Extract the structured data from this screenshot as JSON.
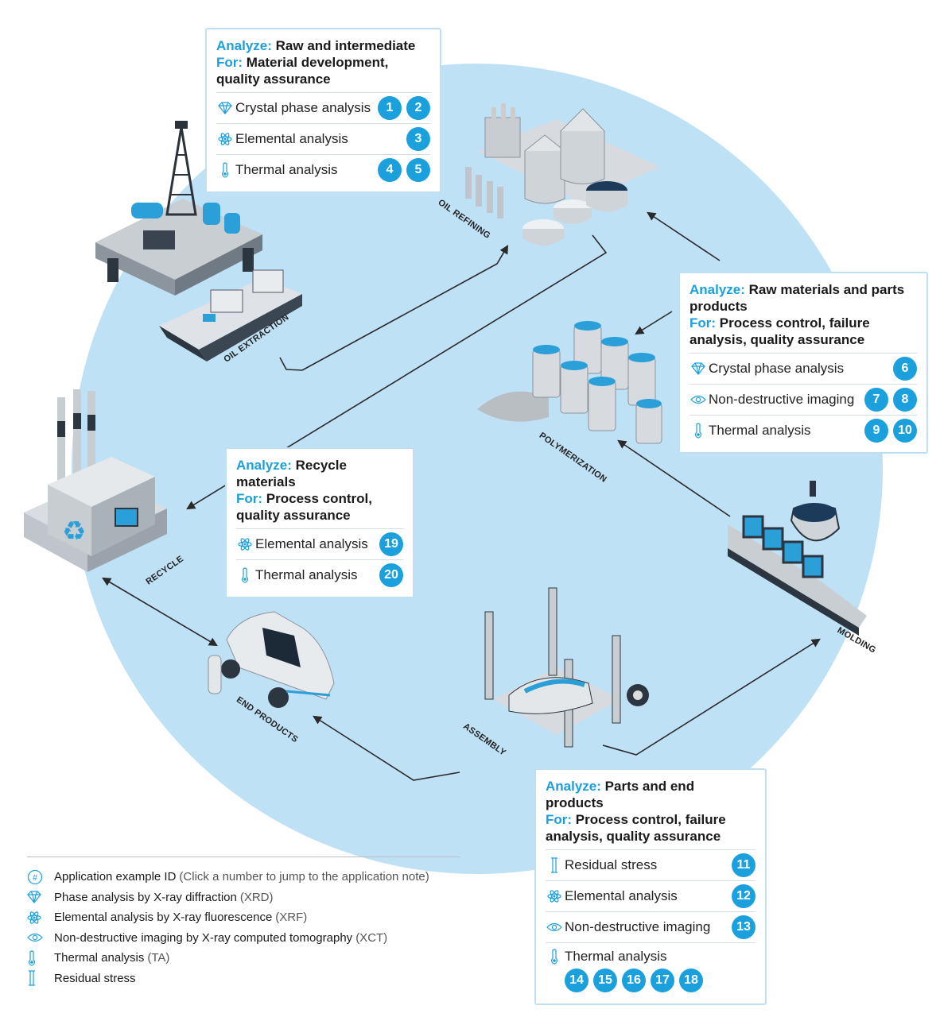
{
  "colors": {
    "accent": "#1ba0dc",
    "circle": "#bfe1f5",
    "badge": "#1aa0dd"
  },
  "stages": {
    "oil_extraction": "OIL EXTRACTION",
    "oil_refining": "OIL REFINING",
    "polymerization": "POLYMERIZATION",
    "molding": "MOLDING",
    "assembly": "ASSEMBLY",
    "end_products": "END PRODUCTS",
    "recycle": "RECYCLE"
  },
  "cards": {
    "raw": {
      "analyze_key": "Analyze:",
      "analyze_val": "Raw and intermediate",
      "for_key": "For:",
      "for_val": "Material development, quality assurance",
      "rows": [
        {
          "icon": "diamond-icon",
          "label": "Crystal phase analysis",
          "ids": [
            "1",
            "2"
          ]
        },
        {
          "icon": "atom-icon",
          "label": "Elemental analysis",
          "ids": [
            "3"
          ]
        },
        {
          "icon": "thermometer-icon",
          "label": "Thermal analysis",
          "ids": [
            "4",
            "5"
          ]
        }
      ]
    },
    "polymer": {
      "analyze_key": "Analyze:",
      "analyze_val": "Raw materials and parts products",
      "for_key": "For:",
      "for_val": "Process control, failure analysis, quality assurance",
      "rows": [
        {
          "icon": "diamond-icon",
          "label": "Crystal phase analysis",
          "ids": [
            "6"
          ]
        },
        {
          "icon": "eye-icon",
          "label": "Non-destructive imaging",
          "ids": [
            "7",
            "8"
          ]
        },
        {
          "icon": "thermometer-icon",
          "label": "Thermal analysis",
          "ids": [
            "9",
            "10"
          ]
        }
      ]
    },
    "recycle": {
      "analyze_key": "Analyze:",
      "analyze_val": "Recycle materials",
      "for_key": "For:",
      "for_val": "Process control, quality assurance",
      "rows": [
        {
          "icon": "atom-icon",
          "label": "Elemental analysis",
          "ids": [
            "19"
          ]
        },
        {
          "icon": "thermometer-icon",
          "label": "Thermal analysis",
          "ids": [
            "20"
          ]
        }
      ]
    },
    "parts": {
      "analyze_key": "Analyze:",
      "analyze_val": "Parts and end products",
      "for_key": "For:",
      "for_val": "Process control, failure analysis, quality assurance",
      "rows": [
        {
          "icon": "stress-icon",
          "label": "Residual stress",
          "ids": [
            "11"
          ]
        },
        {
          "icon": "atom-icon",
          "label": "Elemental analysis",
          "ids": [
            "12"
          ]
        },
        {
          "icon": "eye-icon",
          "label": "Non-destructive imaging",
          "ids": [
            "13"
          ]
        },
        {
          "icon": "thermometer-icon",
          "label": "Thermal analysis",
          "ids": [
            "14",
            "15",
            "16",
            "17",
            "18"
          ]
        }
      ]
    }
  },
  "legend": [
    {
      "icon": "hash-icon",
      "name": "Application example ID",
      "hint": "(Click a number to jump to the application note)"
    },
    {
      "icon": "diamond-icon",
      "name": "Phase analysis by X-ray diffraction",
      "hint": "(XRD)"
    },
    {
      "icon": "atom-icon",
      "name": "Elemental analysis by X-ray fluorescence",
      "hint": "(XRF)"
    },
    {
      "icon": "eye-icon",
      "name": "Non-destructive imaging by X-ray computed tomography",
      "hint": "(XCT)"
    },
    {
      "icon": "thermometer-icon",
      "name": "Thermal analysis",
      "hint": "(TA)"
    },
    {
      "icon": "stress-icon",
      "name": "Residual stress",
      "hint": ""
    }
  ]
}
